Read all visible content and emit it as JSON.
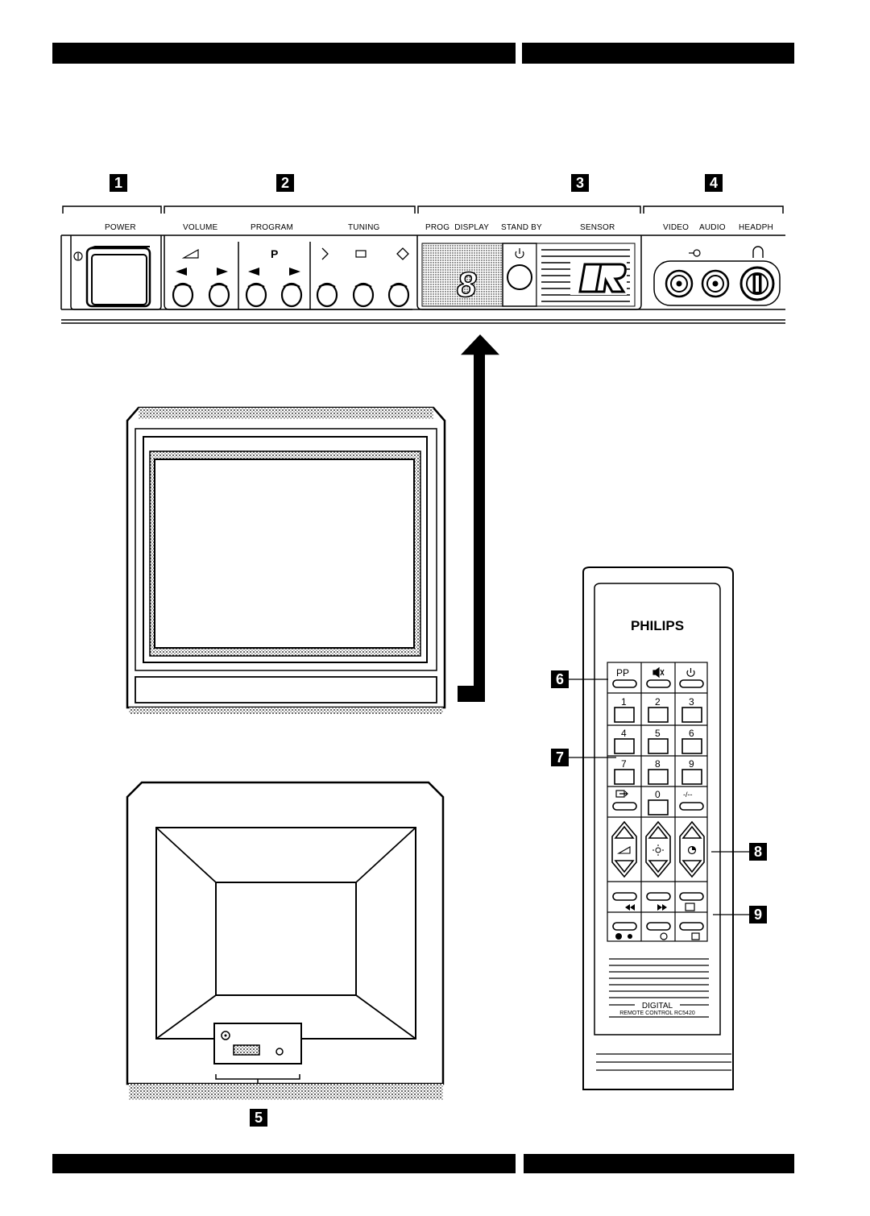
{
  "callouts": {
    "c1": "1",
    "c2": "2",
    "c3": "3",
    "c4": "4",
    "c5": "5",
    "c6": "6",
    "c7": "7",
    "c8": "8",
    "c9": "9"
  },
  "panel": {
    "power": "POWER",
    "volume": "VOLUME",
    "program": "PROGRAM",
    "tuning": "TUNING",
    "prog_display": "PROG  DISPLAY",
    "stand_by": "STAND BY",
    "sensor": "SENSOR",
    "video": "VIDEO",
    "audio": "AUDIO",
    "headph": "HEADPH",
    "p_symbol": "P",
    "display_digit": "8"
  },
  "remote": {
    "brand": "PHILIPS",
    "btn_pp": "PP",
    "digits": [
      "1",
      "2",
      "3",
      "4",
      "5",
      "6",
      "7",
      "8",
      "9",
      "0"
    ],
    "label_line1": "DIGITAL",
    "label_line2": "REMOTE CONTROL RC5420"
  },
  "icons": [
    "power-standby-icon",
    "mute-icon",
    "volume-icon",
    "brightness-icon",
    "color-icon",
    "rewind-icon",
    "fast-forward-icon",
    "teletext-icon",
    "headphone-icon",
    "input-icon"
  ]
}
